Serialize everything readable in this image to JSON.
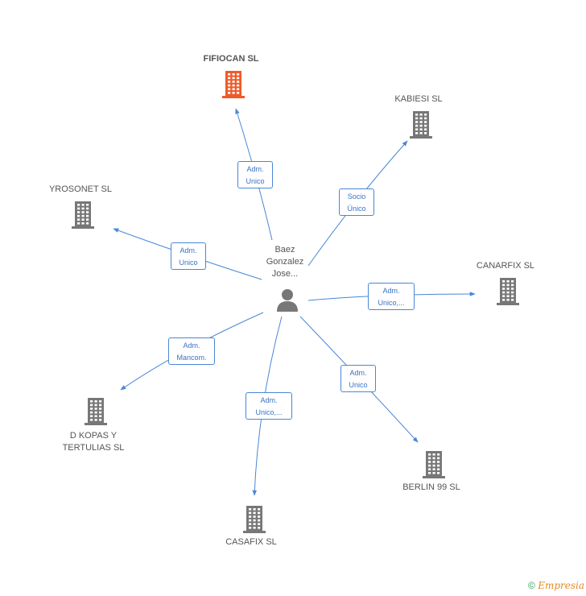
{
  "center": {
    "name": "Baez\nGonzalez\nJose..."
  },
  "companies": [
    {
      "id": "fifiocan",
      "name": "FIFIOCAN SL",
      "color": "#f05a28",
      "bold": true
    },
    {
      "id": "kabiesi",
      "name": "KABIESI SL",
      "color": "#777777",
      "bold": false
    },
    {
      "id": "yrosonet",
      "name": "YROSONET SL",
      "color": "#777777",
      "bold": false
    },
    {
      "id": "canarfix",
      "name": "CANARFIX SL",
      "color": "#777777",
      "bold": false
    },
    {
      "id": "dkopas",
      "name": "D KOPAS Y\nTERTULIAS SL",
      "color": "#777777",
      "bold": false
    },
    {
      "id": "berlin",
      "name": "BERLIN 99 SL",
      "color": "#777777",
      "bold": false
    },
    {
      "id": "casafix",
      "name": "CASAFIX SL",
      "color": "#777777",
      "bold": false
    }
  ],
  "relations": [
    {
      "target": "fifiocan",
      "label": "Adm.\nUnico"
    },
    {
      "target": "kabiesi",
      "label": "Socio\nÚnico"
    },
    {
      "target": "yrosonet",
      "label": "Adm.\nUnico"
    },
    {
      "target": "canarfix",
      "label": "Adm.\nUnico,..."
    },
    {
      "target": "dkopas",
      "label": "Adm.\nMancom."
    },
    {
      "target": "berlin",
      "label": "Adm.\nUnico"
    },
    {
      "target": "casafix",
      "label": "Adm.\nUnico,..."
    }
  ],
  "footer": {
    "copyright_symbol": "©",
    "brand": "Empresia"
  },
  "colors": {
    "edge": "#4a86d8",
    "label_border": "#4a86d8",
    "label_text": "#3a72c4"
  },
  "icons": {
    "company": "building-icon",
    "person": "person-icon"
  }
}
